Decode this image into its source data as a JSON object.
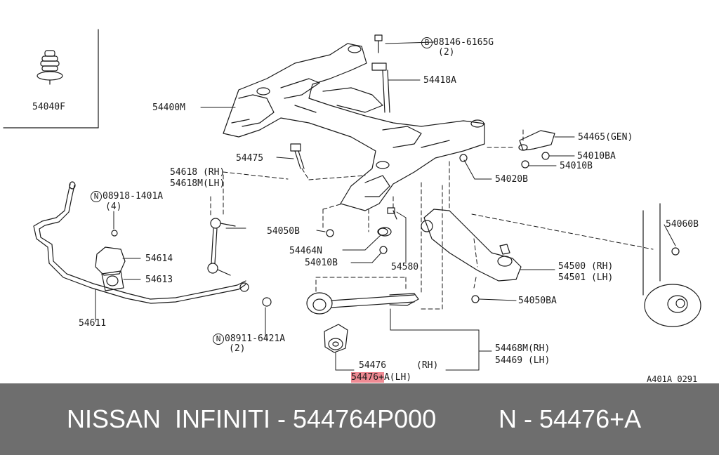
{
  "labels": {
    "p54040F": "54040F",
    "p08146": "08146-6165G",
    "p08146_qty": "(2)",
    "p54418A": "54418A",
    "p54400M": "54400M",
    "p54465": "54465(GEN)",
    "p54010BA_top": "54010BA",
    "p54010B_top": "54010B",
    "p54475": "54475",
    "p54618": "54618 (RH)",
    "p54618M": "54618M(LH)",
    "p54020B": "54020B",
    "p08918": "08918-1401A",
    "p08918_qty": "(4)",
    "p54050B": "54050B",
    "p54060B": "54060B",
    "p54464N": "54464N",
    "p54010B_mid": "54010B",
    "p54614": "54614",
    "p54580": "54580",
    "p54500": "54500 (RH)",
    "p54501": "54501 (LH)",
    "p54613": "54613",
    "p54050BA": "54050BA",
    "p54611": "54611",
    "p08911": "08911-6421A",
    "p08911_qty": "(2)",
    "p54468M": "54468M(RH)",
    "p54469": "54469 (LH)",
    "p54476_rh_num": "54476",
    "p54476_rh_side": "(RH)",
    "p54476a_num": "54476+",
    "p54476a_side": "A(LH)",
    "diagram_code": "A401A 0291",
    "circle_b": "B",
    "circle_n": "N"
  },
  "footer": {
    "left": "NISSAN  INFINITI - 544764P000",
    "right": "N - 54476+A"
  },
  "colors": {
    "highlight": "#ef8a93",
    "footer_bg": "#6e6e6e",
    "line": "#1a1a1a"
  }
}
